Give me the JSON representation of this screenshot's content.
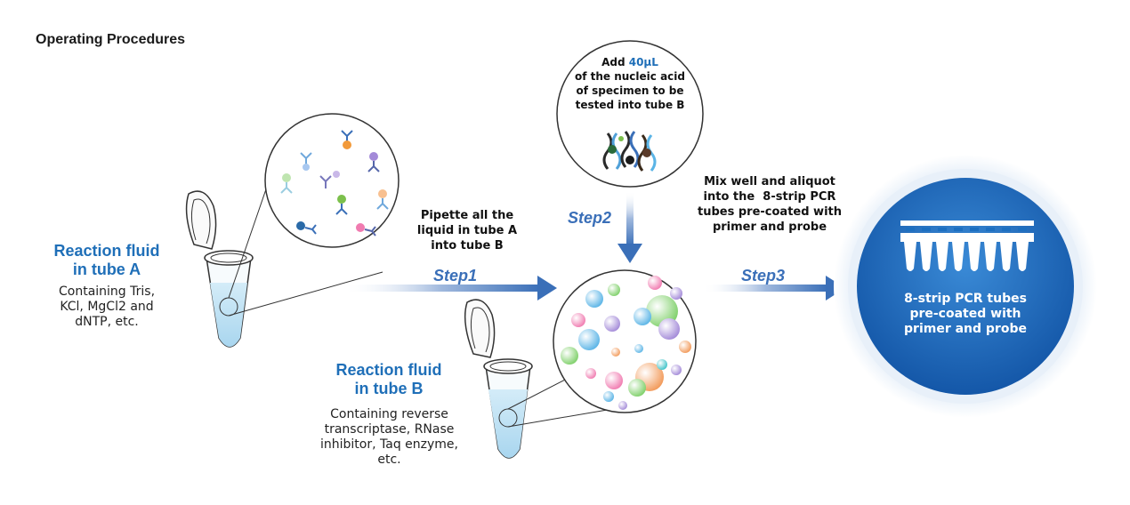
{
  "title": "Operating Procedures",
  "tube_a": {
    "heading_line1": "Reaction fluid",
    "heading_line2": "in tube A",
    "desc": [
      "Containing Tris,",
      "KCl, MgCl2 and",
      "dNTP, etc."
    ]
  },
  "tube_b": {
    "heading_line1": "Reaction fluid",
    "heading_line2": "in tube B",
    "desc": [
      "Containing reverse",
      "transcriptase, RNase",
      "inhibitor, Taq enzyme,",
      "etc."
    ]
  },
  "step1": {
    "label": "Step1",
    "note": [
      "Pipette all the",
      "liquid in tube A",
      "into tube B"
    ]
  },
  "step2": {
    "label": "Step2",
    "note_prefix": "Add ",
    "note_volume": "40μL",
    "note_rest": [
      "of the nucleic acid",
      "of specimen to be",
      "tested into tube B"
    ]
  },
  "step3": {
    "label": "Step3",
    "note": [
      "Mix well and aliquot",
      "into the  8-strip PCR",
      "tubes pre-coated with",
      "primer and probe"
    ]
  },
  "pcr_circle": {
    "text": [
      "8-strip PCR tubes",
      "pre-coated with",
      "primer and probe"
    ]
  },
  "colors": {
    "accent_blue": "#1f6fb8",
    "arrow_blue": "#3a6fb8",
    "circle_blue": "#1d6fc0"
  }
}
